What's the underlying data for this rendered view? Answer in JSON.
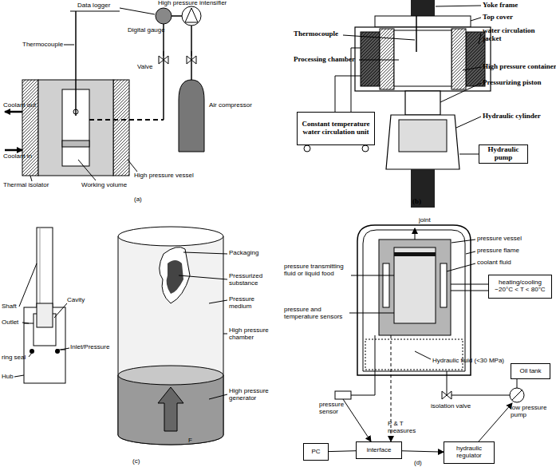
{
  "diagram": {
    "nodes": [
      {
        "text": [
          "Constant temperature water circulation unit"
        ]
      },
      {
        "text": [
          "Hydraulic pump"
        ]
      },
      {
        "text": [
          "heating/cooling −20°C < T < 80°C"
        ]
      },
      {
        "text": [
          "Oil tank"
        ]
      },
      {
        "text": [
          "PC"
        ]
      },
      {
        "text": [
          "interface"
        ]
      },
      {
        "text": [
          "hydraulic regulator"
        ]
      }
    ],
    "edges": [
      {
        "from": 4,
        "to": 5,
        "arrow": "none"
      },
      {
        "from": 5,
        "to": 6,
        "arrow": "to"
      }
    ],
    "labels": [
      "Data logger",
      "High pressure intensifier",
      "Digital gauge",
      "Thermocouple",
      "Valve",
      "Coolant out",
      "Coolant in",
      "Air compressor",
      "Thermal isolator",
      "Working volume",
      "High pressure vessel",
      "(a)",
      "Yoke frame",
      "Top cover",
      "Thermocouple",
      "water circulation jacket",
      "Processing chamber",
      "High pressure container",
      "Pressurizing piston",
      "Hydraulic cylinder",
      "(b)",
      "Shaft",
      "Cavity",
      "Outlet",
      "ring seal",
      "Inlet/Pressure",
      "Hub",
      "Packaging",
      "Pressurized substance",
      "Pressure medium",
      "High pressure chamber",
      "High pressure generator",
      "F",
      "(c)",
      "joint",
      "pressure vessel",
      "pressure flame",
      "coolant fluid",
      "pressure transmitting fluid or liquid food",
      "pressure and temperature sensors",
      "Hydraulic fluid (<30 MPa)",
      "pressure sensor",
      "isolation valve",
      "low pressure pump",
      "P & T measures",
      "(d)"
    ]
  }
}
